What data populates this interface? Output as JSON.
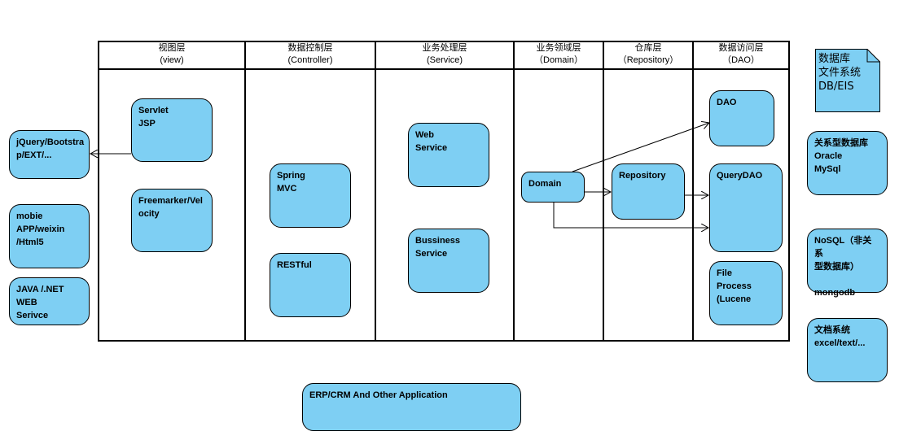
{
  "lanes": [
    {
      "id": "view",
      "title": "视图层",
      "subtitle": "(view)"
    },
    {
      "id": "controller",
      "title": "数据控制层",
      "subtitle": "(Controller)"
    },
    {
      "id": "service",
      "title": "业务处理层",
      "subtitle": "(Service)"
    },
    {
      "id": "domain",
      "title": "业务领域层",
      "subtitle": "（Domain）"
    },
    {
      "id": "repository",
      "title": "仓库层",
      "subtitle": "（Repository）"
    },
    {
      "id": "dao",
      "title": "数据访问层",
      "subtitle": "（DAO）"
    }
  ],
  "boxes": {
    "servlet_jsp": "Servlet\nJSP",
    "freemarker": "Freemarker/Vel\nocity",
    "spring_mvc": "Spring\nMVC",
    "restful": "RESTful",
    "web_service": "Web\nService",
    "bussiness_service": "Bussiness\nService",
    "domain": "Domain",
    "repository": "Repository",
    "dao": "DAO",
    "query_dao": "QueryDAO",
    "file_process": "File\nProcess\n(Lucene",
    "jquery": "jQuery/Bootstra\np/EXT/...",
    "mobile": "mobie\nAPP/weixin\n/Html5",
    "java_net": "JAVA /.NET\nWEB\nSerivce",
    "relational_db": "关系型数据库\nOracle\nMySql",
    "nosql": "NoSQL（非关系\n型数据库）\n\nmongodb",
    "doc_system": "文档系统\nexcel/text/...",
    "erp_crm": "ERP/CRM And Other Application"
  },
  "note": {
    "text": "数据库\n文件系统\nDB/EIS",
    "fill": "#7ecff3"
  },
  "colors": {
    "box_fill": "#7ecff3",
    "line": "#000000"
  }
}
